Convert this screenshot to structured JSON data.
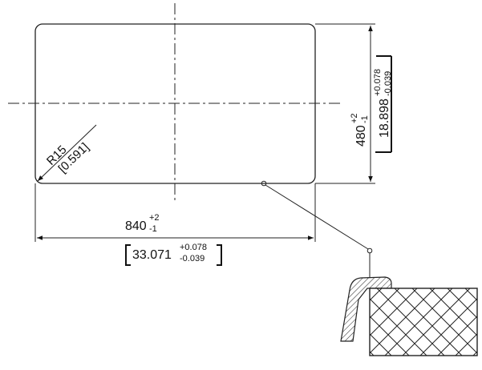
{
  "width_dim": {
    "nominal": "840",
    "tol_plus": "+2",
    "tol_minus": "-1",
    "alt_value": "33.071",
    "alt_tol_plus": "+0.078",
    "alt_tol_minus": "-0.039"
  },
  "height_dim": {
    "nominal": "480",
    "tol_plus": "+2",
    "tol_minus": "-1",
    "alt_value": "18.898",
    "alt_tol_plus": "+0.078",
    "alt_tol_minus": "-0.039"
  },
  "radius": {
    "label": "R15",
    "alt_label": "[0.591]"
  }
}
